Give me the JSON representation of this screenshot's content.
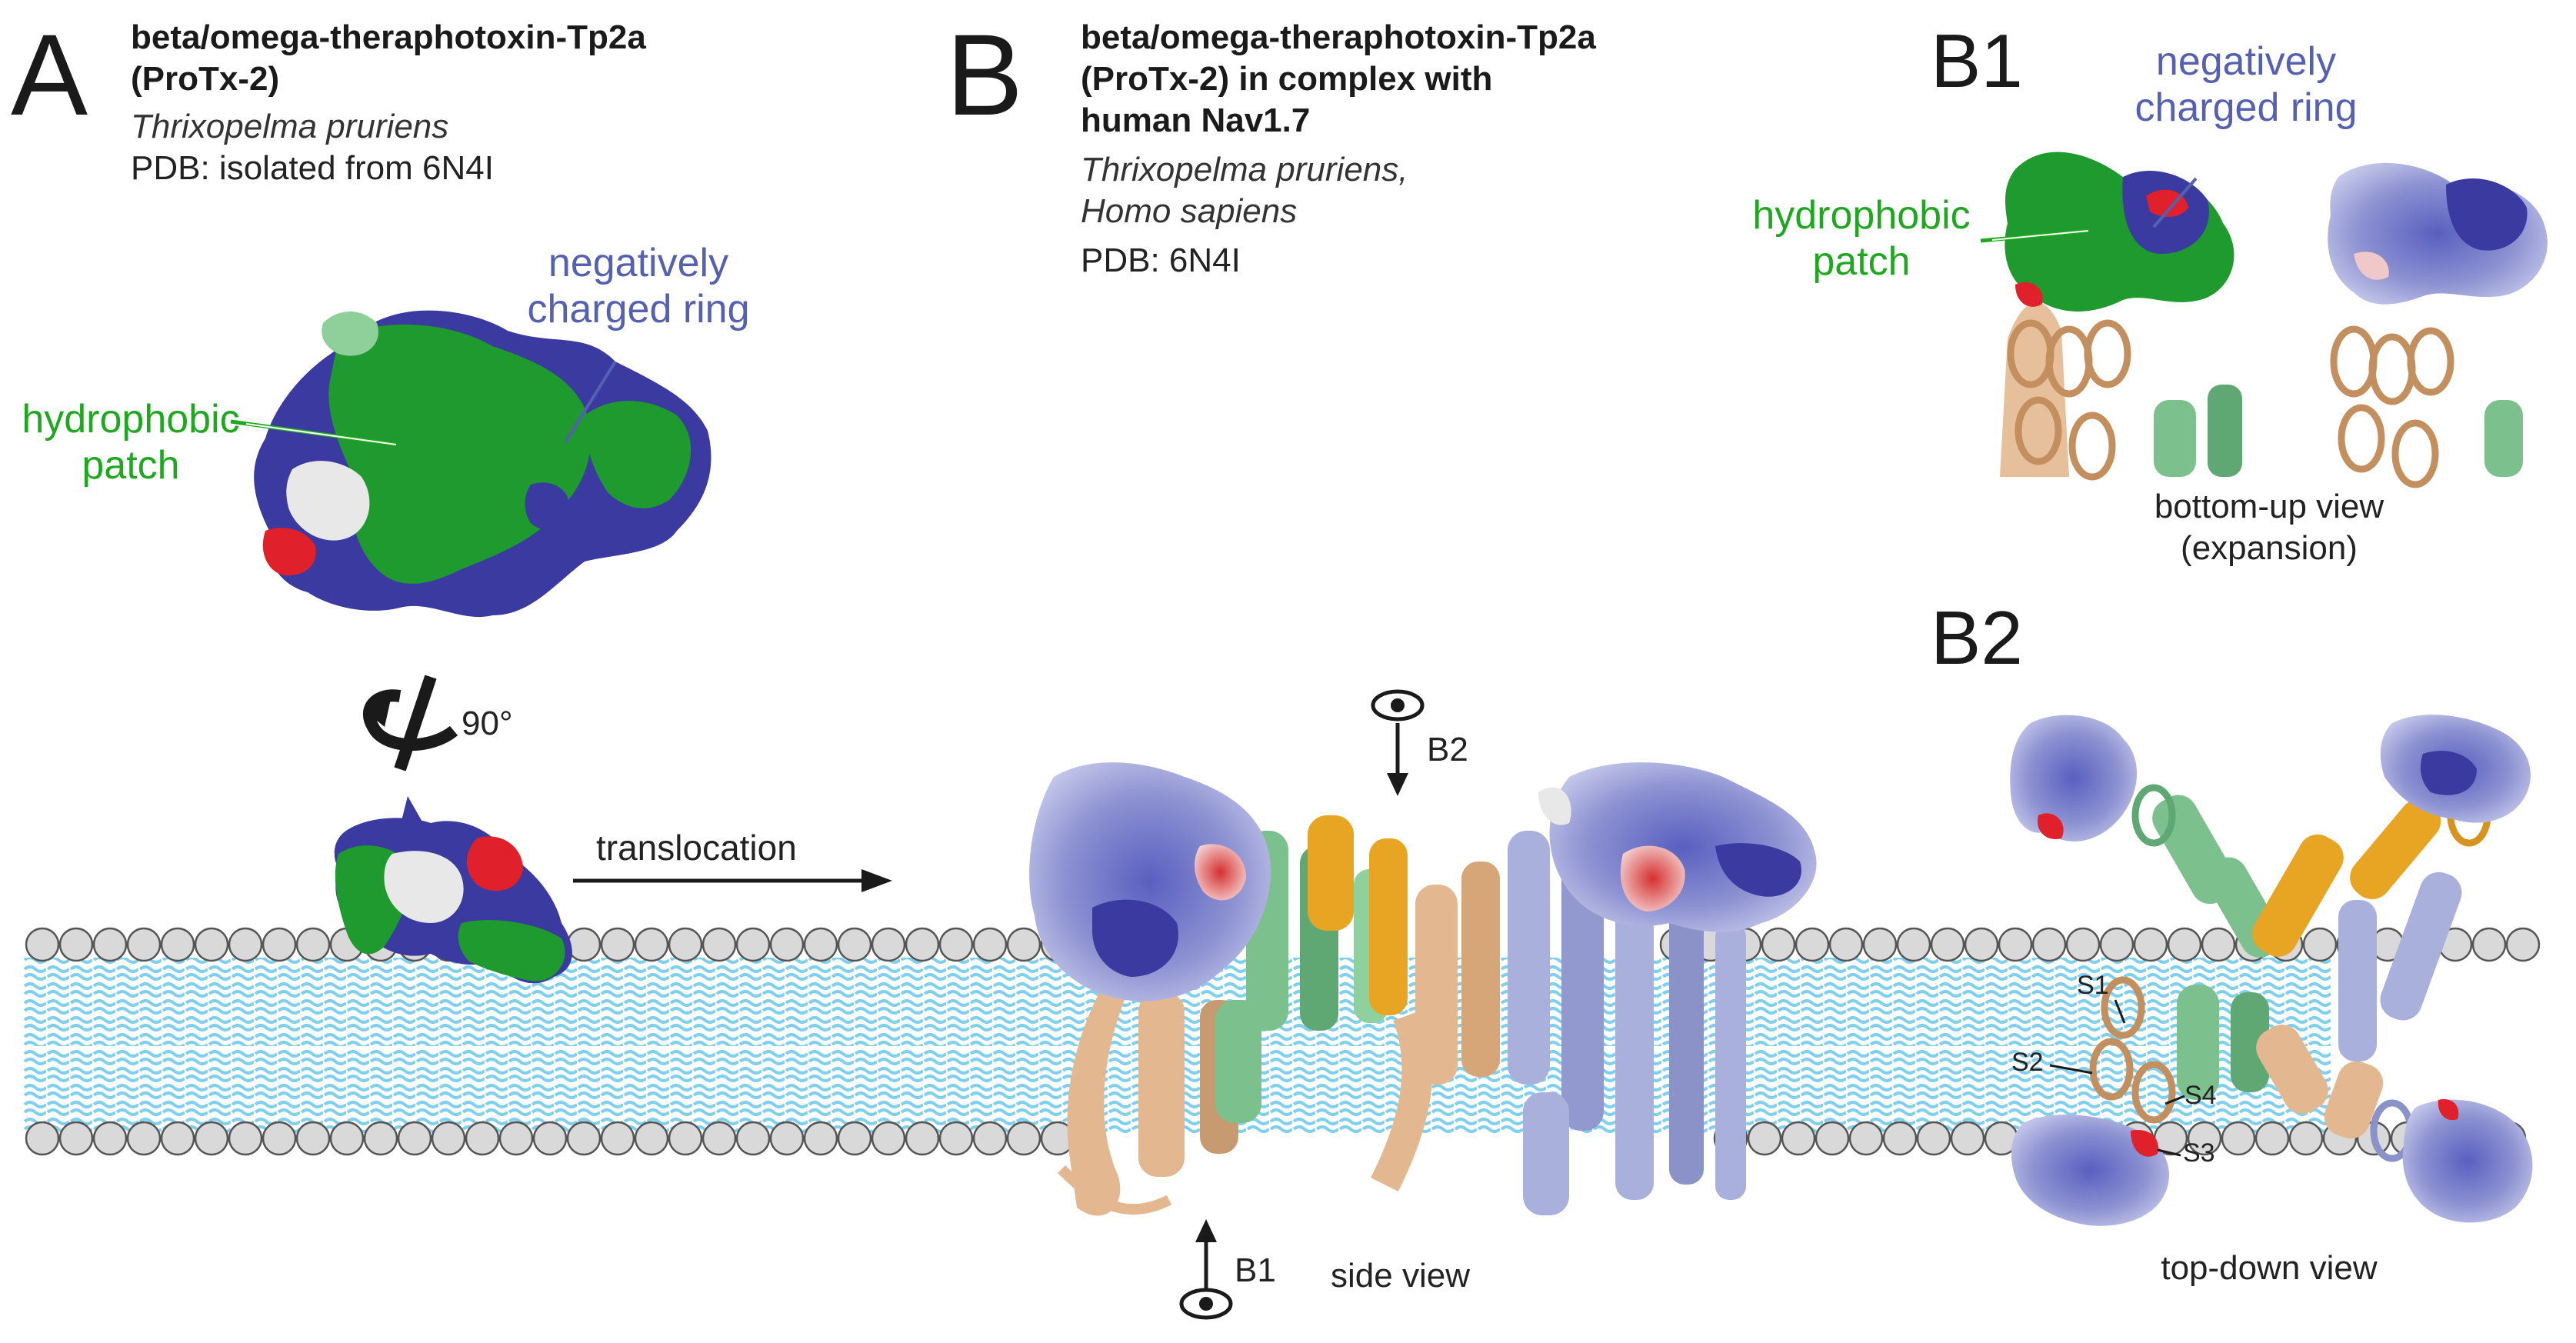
{
  "panels": {
    "A": {
      "letter": "A",
      "title_line1": "beta/omega-theraphotoxin-Tp2a",
      "title_line2": "(ProTx-2)",
      "species": "Thrixopelma pruriens",
      "pdb": "PDB:  isolated from 6N4I",
      "label_negative_line1": "negatively",
      "label_negative_line2": "charged ring",
      "label_hydrophobic_line1": "hydrophobic",
      "label_hydrophobic_line2": "patch",
      "rotation": "90°",
      "translocation": "translocation"
    },
    "B": {
      "letter": "B",
      "title_line1": "beta/omega-theraphotoxin-Tp2a",
      "title_line2": "(ProTx-2) in complex with",
      "title_line3": "human Nav1.7",
      "species_line1": "Thrixopelma pruriens,",
      "species_line2": "Homo sapiens",
      "pdb": "PDB: 6N4I",
      "eye_b1": "B1",
      "eye_b2": "B2",
      "side_view": "side view"
    },
    "B1": {
      "letter": "B1",
      "label_negative_line1": "negatively",
      "label_negative_line2": "charged ring",
      "label_hydrophobic_line1": "hydrophobic",
      "label_hydrophobic_line2": "patch",
      "caption_line1": "bottom-up view",
      "caption_line2": "(expansion)"
    },
    "B2": {
      "letter": "B2",
      "s1": "S1",
      "s2": "S2",
      "s3": "S3",
      "s4": "S4",
      "caption": "top-down view"
    }
  },
  "colors": {
    "hydrophobic": "#1e9a2e",
    "negative": "#3a3aa0",
    "positive": "#e0202a",
    "neutral": "#e8e8e8",
    "membrane_head": "#d9d9d9",
    "lipid_tail": "#7fd0ee",
    "vsd_tan": "#e3b890",
    "vsd_green": "#7cc08e",
    "vsd_orange": "#e8a423",
    "vsd_lavender": "#a9b0dc"
  }
}
